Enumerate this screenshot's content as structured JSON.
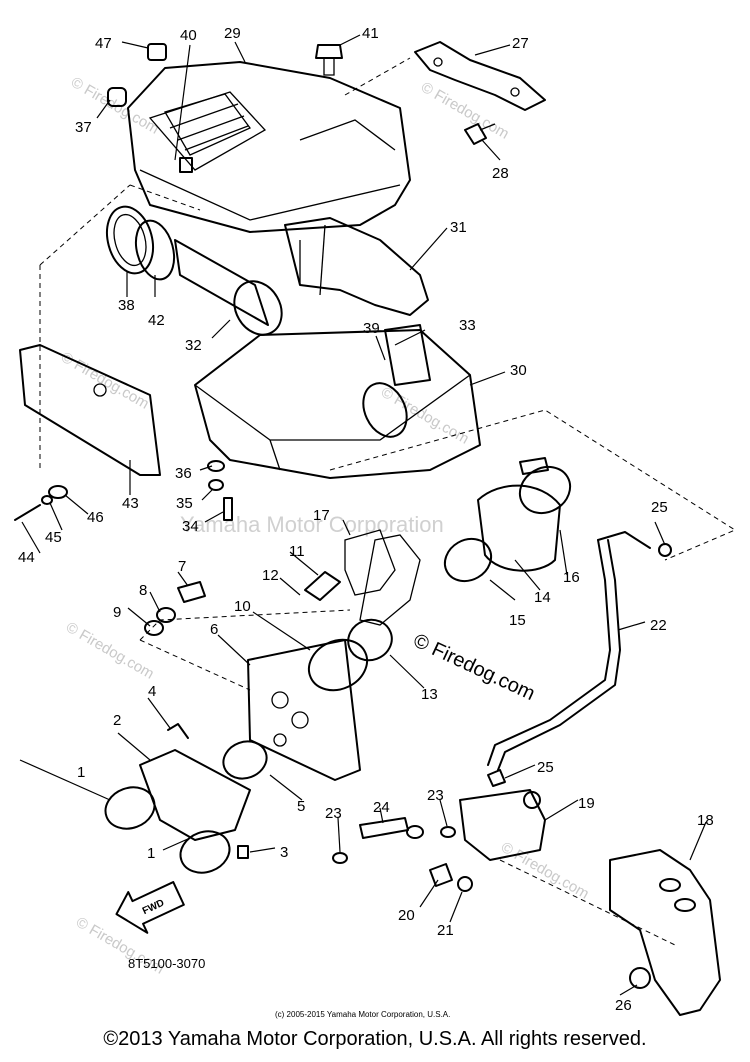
{
  "watermarks": {
    "brand": "Firedog.com",
    "copyright_mark": "© Firedog.com",
    "overlay": "Yamaha Motor Corporation"
  },
  "parts": [
    "1",
    "1",
    "2",
    "3",
    "4",
    "5",
    "6",
    "7",
    "8",
    "9",
    "10",
    "11",
    "12",
    "13",
    "14",
    "15",
    "16",
    "17",
    "18",
    "19",
    "20",
    "21",
    "22",
    "23",
    "23",
    "24",
    "25",
    "25",
    "26",
    "27",
    "28",
    "29",
    "30",
    "31",
    "32",
    "33",
    "34",
    "35",
    "36",
    "37",
    "38",
    "39",
    "40",
    "41",
    "42",
    "43",
    "44",
    "45",
    "46",
    "47"
  ],
  "direction_arrow": "FWD",
  "drawing_code": "8T5100-3070",
  "small_copyright": "(c) 2005-2015 Yamaha Motor Corporation, U.S.A.",
  "footer": "©2013 Yamaha Motor Corporation, U.S.A. All rights reserved."
}
